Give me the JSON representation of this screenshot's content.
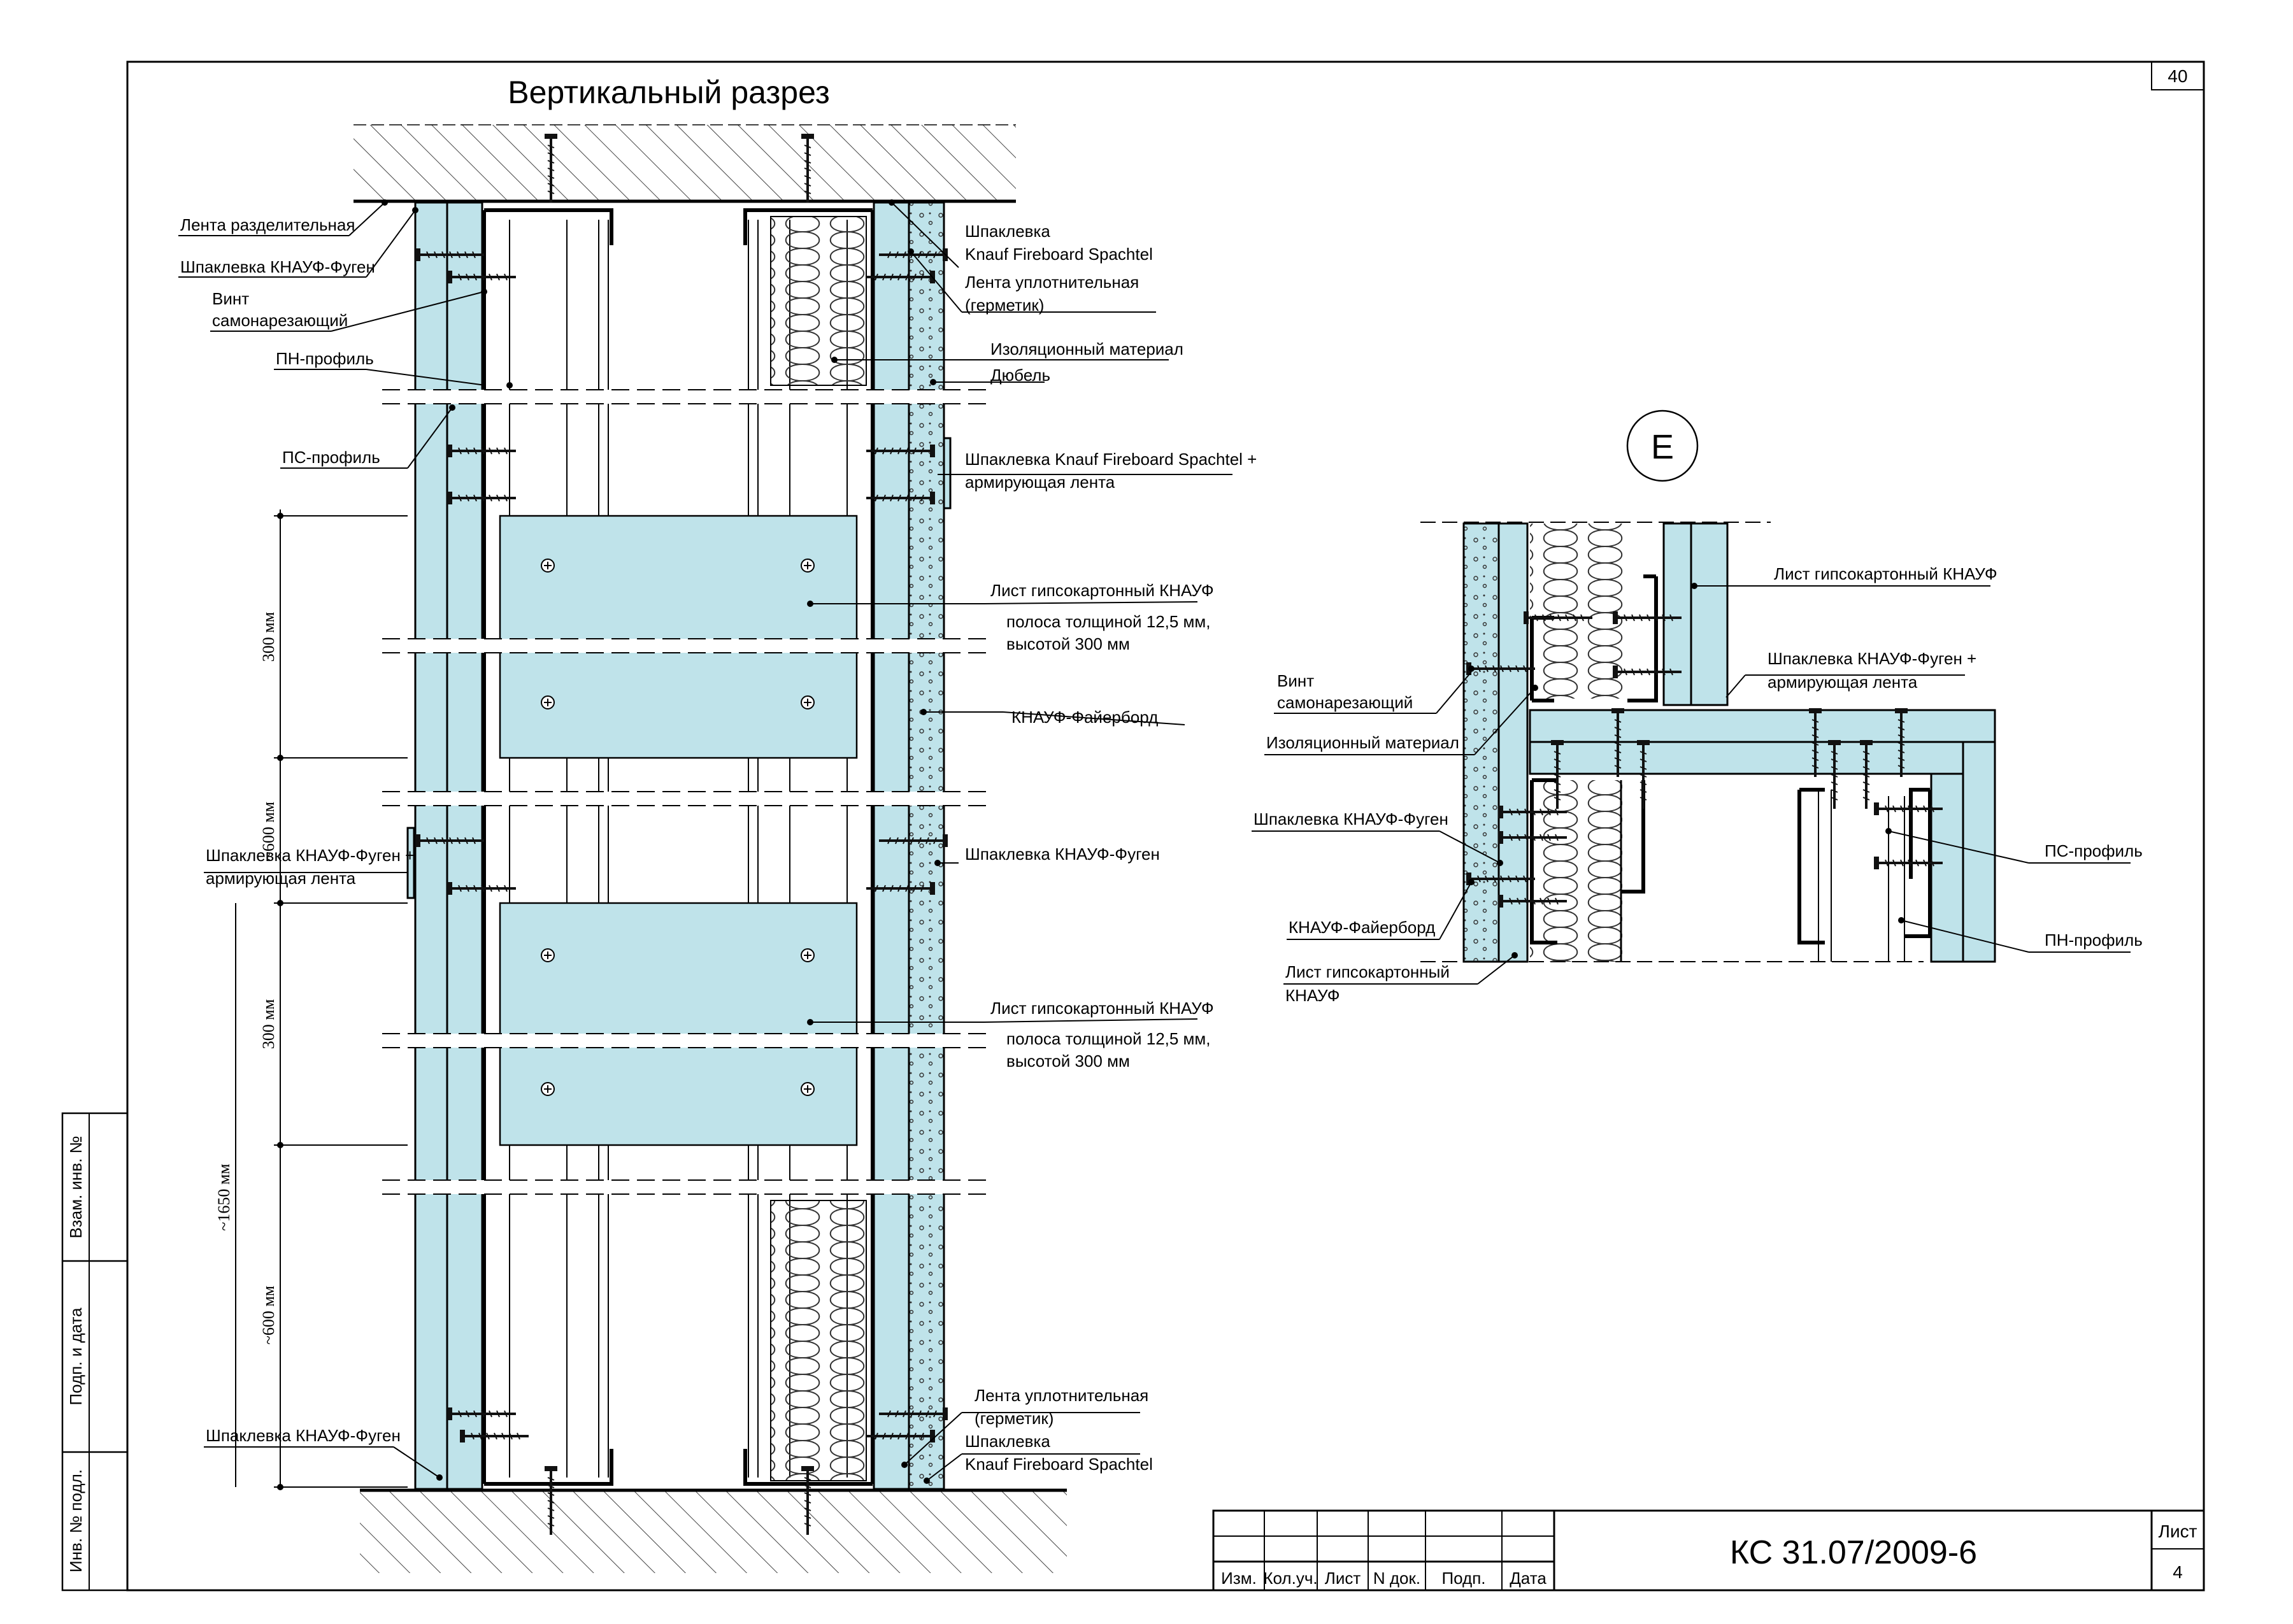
{
  "sheet_number": "40",
  "section_title": "Вертикальный разрез",
  "node_marker": "Е",
  "left_labels": {
    "tape_separating": "Лента разделительная",
    "putty_fugen_top": "Шпаклевка КНАУФ-Фуген",
    "screw_line1": "Винт",
    "screw_line2": "самонарезающий",
    "pn_profile": "ПН-профиль",
    "ps_profile": "ПС-профиль",
    "putty_fugen_tape_line1": "Шпаклевка КНАУФ-Фуген +",
    "putty_fugen_tape_line2": "армирующая лента",
    "putty_fugen_bottom": "Шпаклевка КНАУФ-Фуген"
  },
  "right_labels": {
    "putty_top_line1": "Шпаклевка",
    "putty_top_line2": "Knauf Fireboard Spachtel",
    "seal_top_line1": "Лента уплотнительная",
    "seal_top_line2": "(герметик)",
    "insulation": "Изоляционный материал",
    "dowel": "Дюбель",
    "spachtel_tape_line1": "Шпаклевка Knauf Fireboard Spachtel +",
    "spachtel_tape_line2": "армирующая лента",
    "gkl_strip_1": "Лист гипсокартонный КНАУФ",
    "strip_note_1a": "полоса толщиной 12,5 мм,",
    "strip_note_1b": "высотой 300 мм",
    "fireboard": "КНАУФ-Файерборд",
    "putty_fugen_right": "Шпаклевка КНАУФ-Фуген",
    "gkl_strip_2": "Лист гипсокартонный КНАУФ",
    "strip_note_2a": "полоса толщиной 12,5 мм,",
    "strip_note_2b": "высотой 300 мм",
    "seal_bottom_line1": "Лента уплотнительная",
    "seal_bottom_line2": "(герметик)",
    "putty_bottom_line1": "Шпаклевка",
    "putty_bottom_line2": "Knauf Fireboard Spachtel"
  },
  "dimensions": {
    "d300_upper": "300 мм",
    "d600_upper": "~600 мм",
    "d300_lower": "300 мм",
    "d1650": "~1650 мм",
    "d600_lower": "~600 мм"
  },
  "detail_labels": {
    "gkl": "Лист гипсокартонный КНАУФ",
    "fugen_tape_line1": "Шпаклевка КНАУФ-Фуген +",
    "fugen_tape_line2": "армирующая лента",
    "screw_line1": "Винт",
    "screw_line2": "самонарезающий",
    "insulation": "Изоляционный материал",
    "fugen": "Шпаклевка КНАУФ-Фуген",
    "ps_profile": "ПС-профиль",
    "fireboard": "КНАУФ-Файерборд",
    "pn_profile": "ПН-профиль",
    "gkl2_line1": "Лист гипсокартонный",
    "gkl2_line2": "КНАУФ"
  },
  "side_stamp": {
    "vzam": "Взам. инв. №",
    "podp_data": "Подп. и дата",
    "inv_podl": "Инв. № подл."
  },
  "title_block": {
    "code": "КС 31.07/2009-6",
    "sheet_label": "Лист",
    "sheet_value": "4",
    "columns": [
      "Изм.",
      "Кол.уч.",
      "Лист",
      "N док.",
      "Подп.",
      "Дата"
    ]
  },
  "colors": {
    "board_fill": "#bfe3ea",
    "line": "#000000",
    "hatch": "#333333"
  }
}
